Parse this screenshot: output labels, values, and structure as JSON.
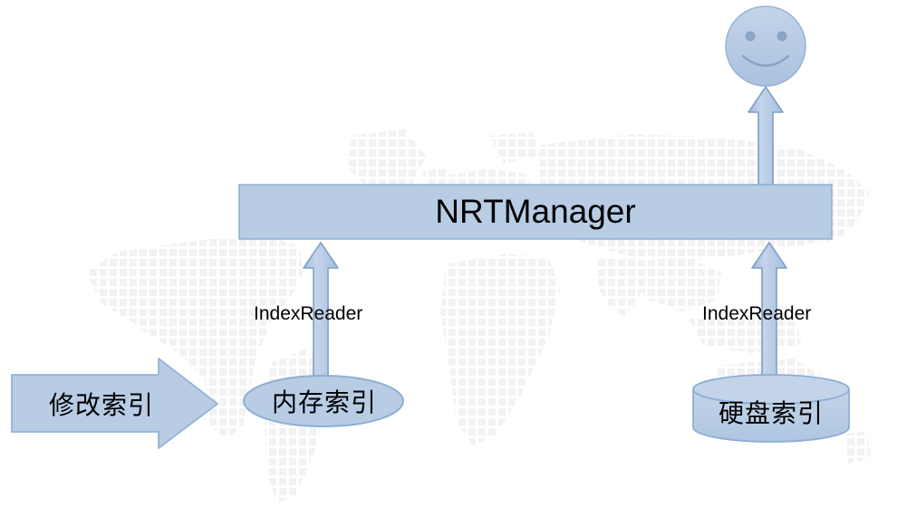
{
  "diagram": {
    "title": "NRTManager near-real-time search architecture",
    "colors": {
      "shape_fill": "#b8cce4",
      "shape_stroke": "#95b3d7",
      "arrow_fill": "#b8cce4",
      "arrow_stroke": "#7f9fc6",
      "face_fill": "#b8cce4",
      "face_stroke": "#95b3d7",
      "face_feature": "#8ba4c4",
      "background": "#ffffff",
      "map_dot": "#f2f2f2",
      "text": "#000000"
    },
    "nodes": [
      {
        "id": "nrt-manager",
        "name": "nrt-manager-box",
        "shape": "rectangle",
        "label": "NRTManager"
      },
      {
        "id": "memory-index",
        "name": "memory-index-ellipse",
        "shape": "ellipse",
        "label": "内存索引"
      },
      {
        "id": "disk-index",
        "name": "disk-index-cylinder",
        "shape": "cylinder",
        "label": "硬盘索引"
      },
      {
        "id": "modify-index",
        "name": "modify-index-block-arrow",
        "shape": "block-arrow-right",
        "label": "修改索引"
      },
      {
        "id": "user",
        "name": "smiley-face-icon",
        "shape": "smiley",
        "label": ""
      }
    ],
    "edges": [
      {
        "id": "edge-mem-to-nrt",
        "name": "arrow-memory-to-nrtmanager",
        "from": "memory-index",
        "to": "nrt-manager",
        "direction": "up",
        "label": "IndexReader"
      },
      {
        "id": "edge-disk-to-nrt",
        "name": "arrow-disk-to-nrtmanager",
        "from": "disk-index",
        "to": "nrt-manager",
        "direction": "up",
        "label": "IndexReader"
      },
      {
        "id": "edge-nrt-to-user",
        "name": "arrow-nrtmanager-to-user",
        "from": "nrt-manager",
        "to": "user",
        "direction": "up",
        "label": ""
      }
    ],
    "labels": {
      "nrt_manager": "NRTManager",
      "index_reader_left": "IndexReader",
      "index_reader_right": "IndexReader",
      "modify_index": "修改索引",
      "memory_index": "内存索引",
      "disk_index": "硬盘索引"
    }
  }
}
